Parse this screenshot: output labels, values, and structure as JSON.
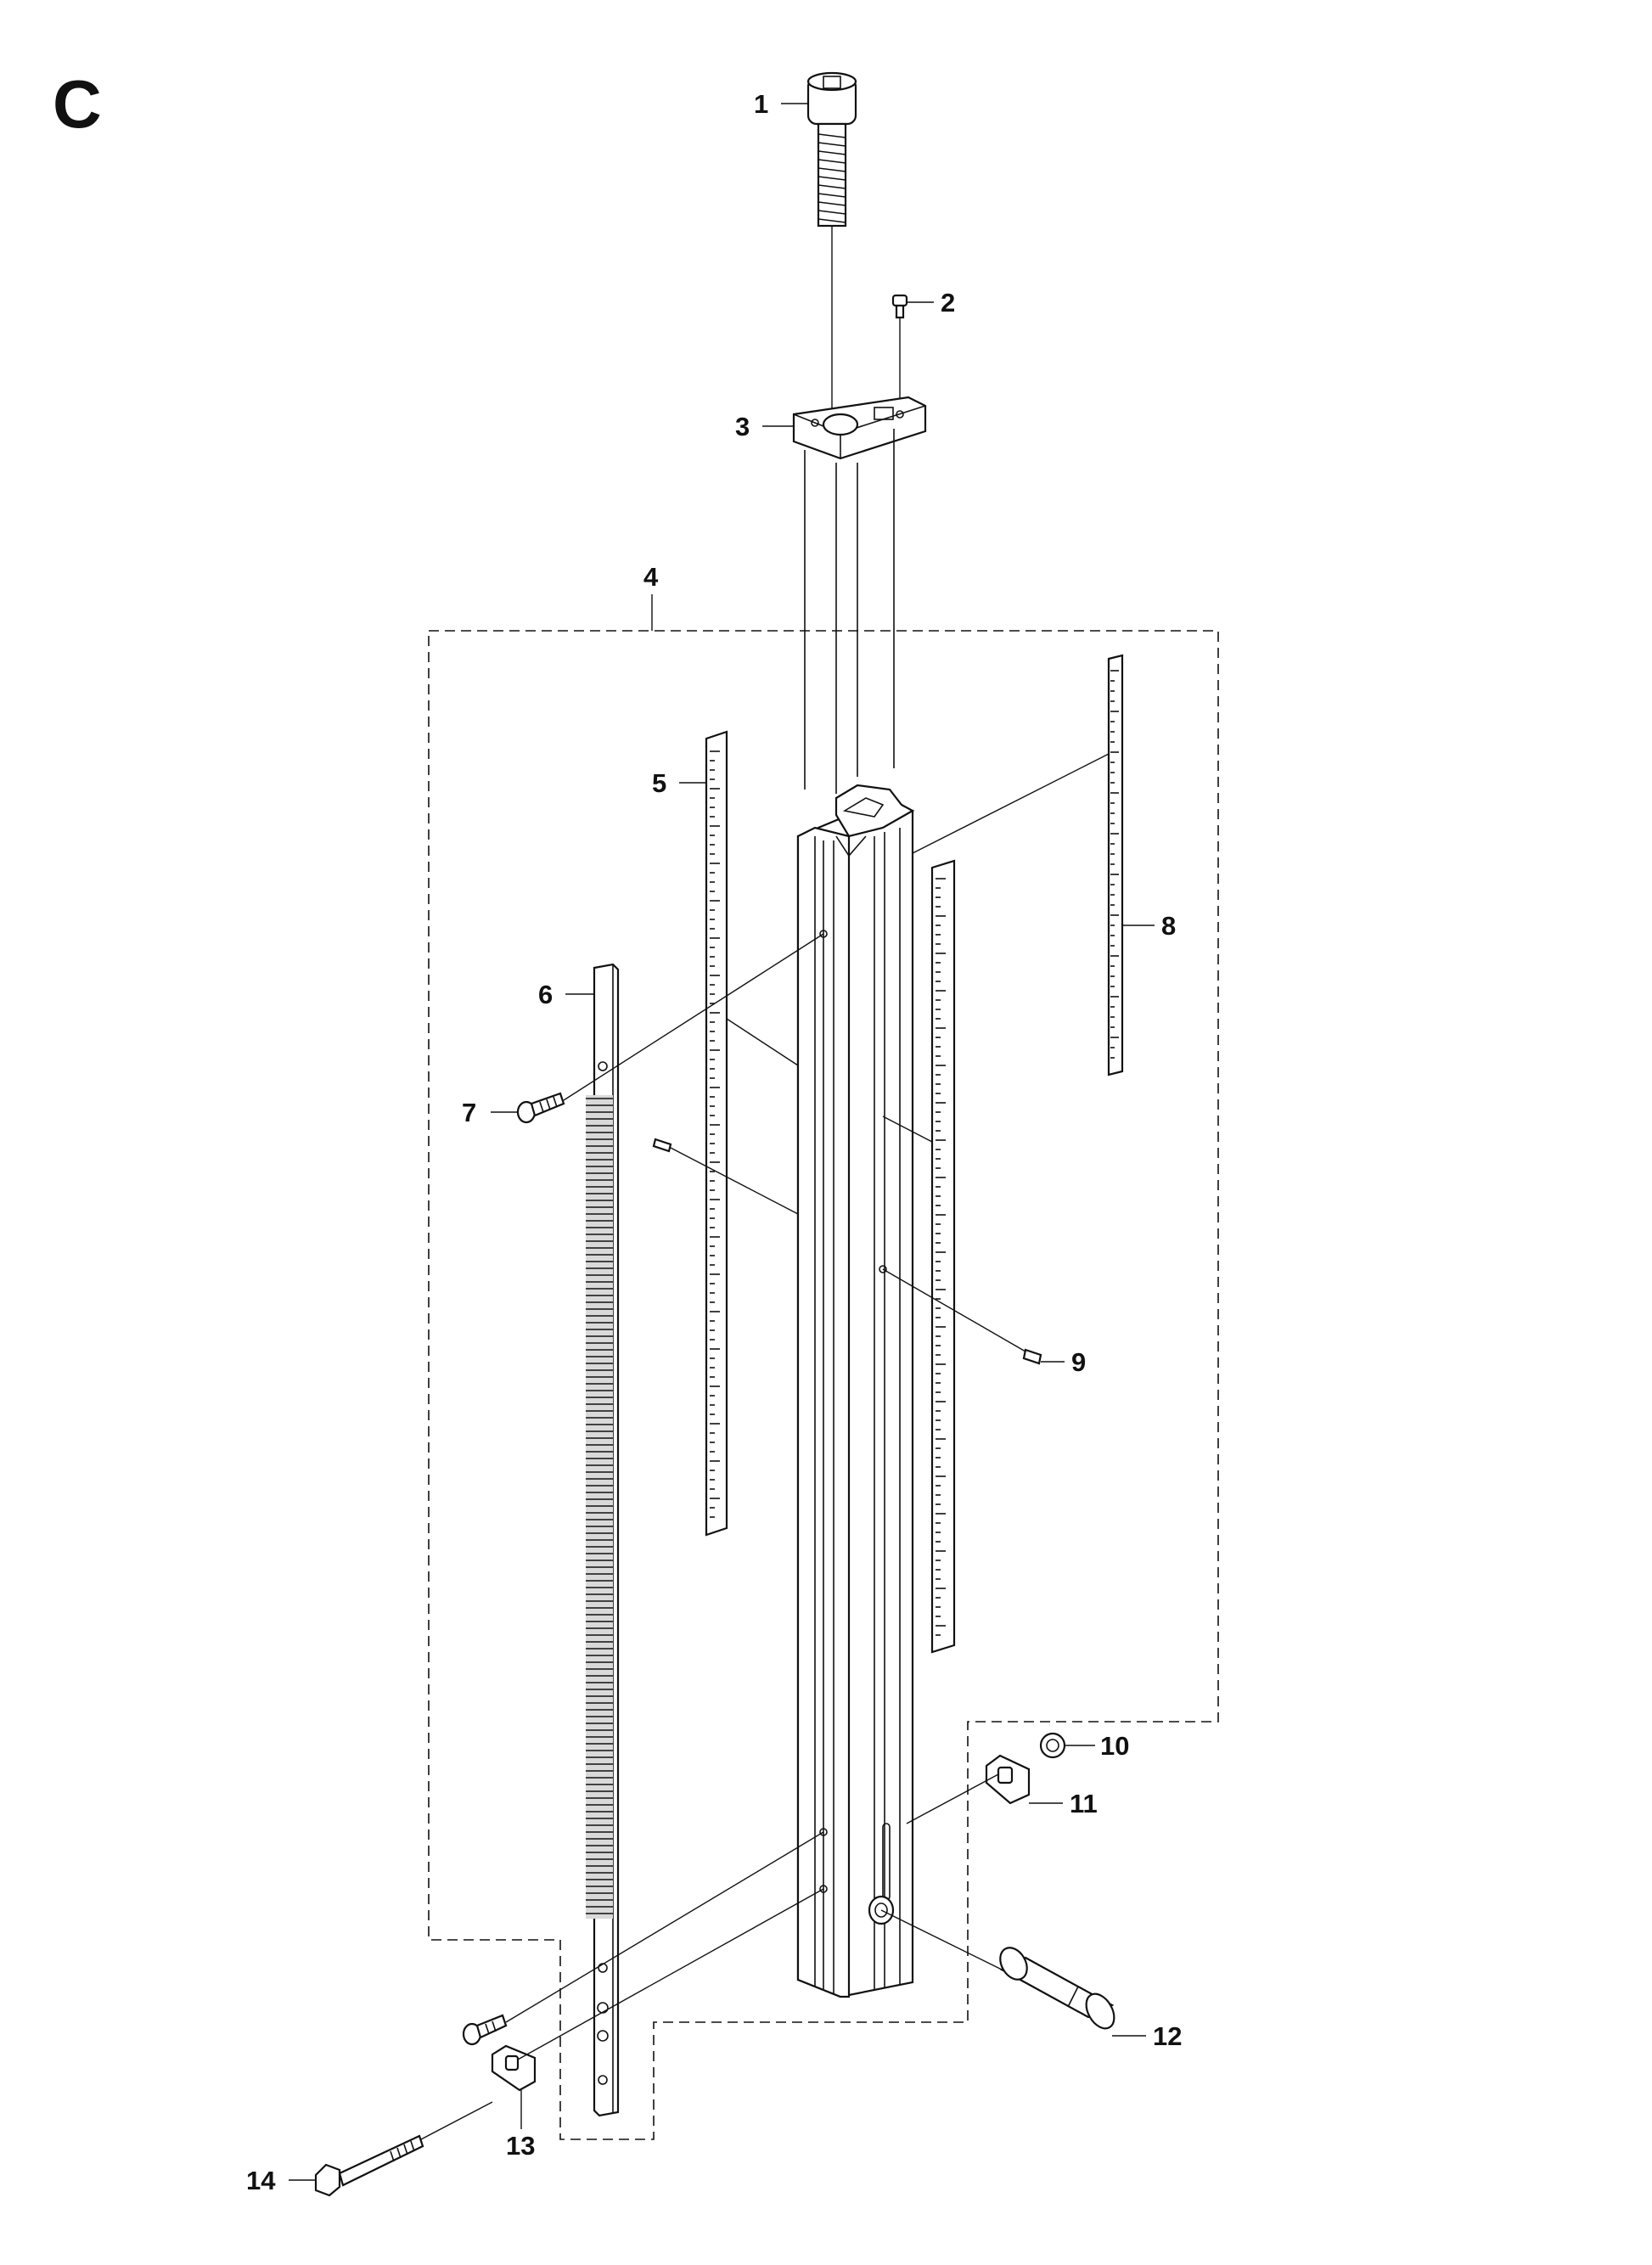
{
  "section_letter": "C",
  "callouts": [
    "1",
    "2",
    "3",
    "4",
    "5",
    "6",
    "7",
    "8",
    "9",
    "10",
    "11",
    "12",
    "13",
    "14"
  ]
}
